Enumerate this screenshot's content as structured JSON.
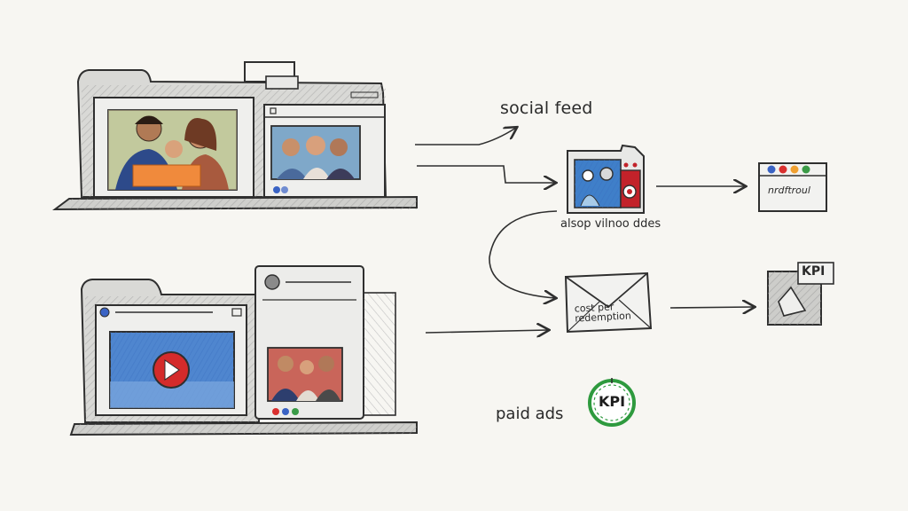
{
  "labels": {
    "social_feed": "social feed",
    "paid_ads": "paid ads",
    "node1_caption": "alsop vilnoo ddes",
    "envelope_caption_line1": "cost per",
    "envelope_caption_line2": "redemption",
    "ui_window_caption": "nrdftroul",
    "kpi_tag": "KPI",
    "kpi_badge": "KPI"
  },
  "colors": {
    "ink": "#2f2f2f",
    "paper": "#f7f6f2",
    "photo_orange": "#f08a3c",
    "video_blue": "#4f86cf",
    "play_red": "#d42b2b",
    "kpi_green": "#2e9a3e",
    "dot_red": "#d9302f",
    "dot_blue": "#3a63c4",
    "dot_green": "#3b9b47",
    "dot_orange": "#f0a030"
  }
}
